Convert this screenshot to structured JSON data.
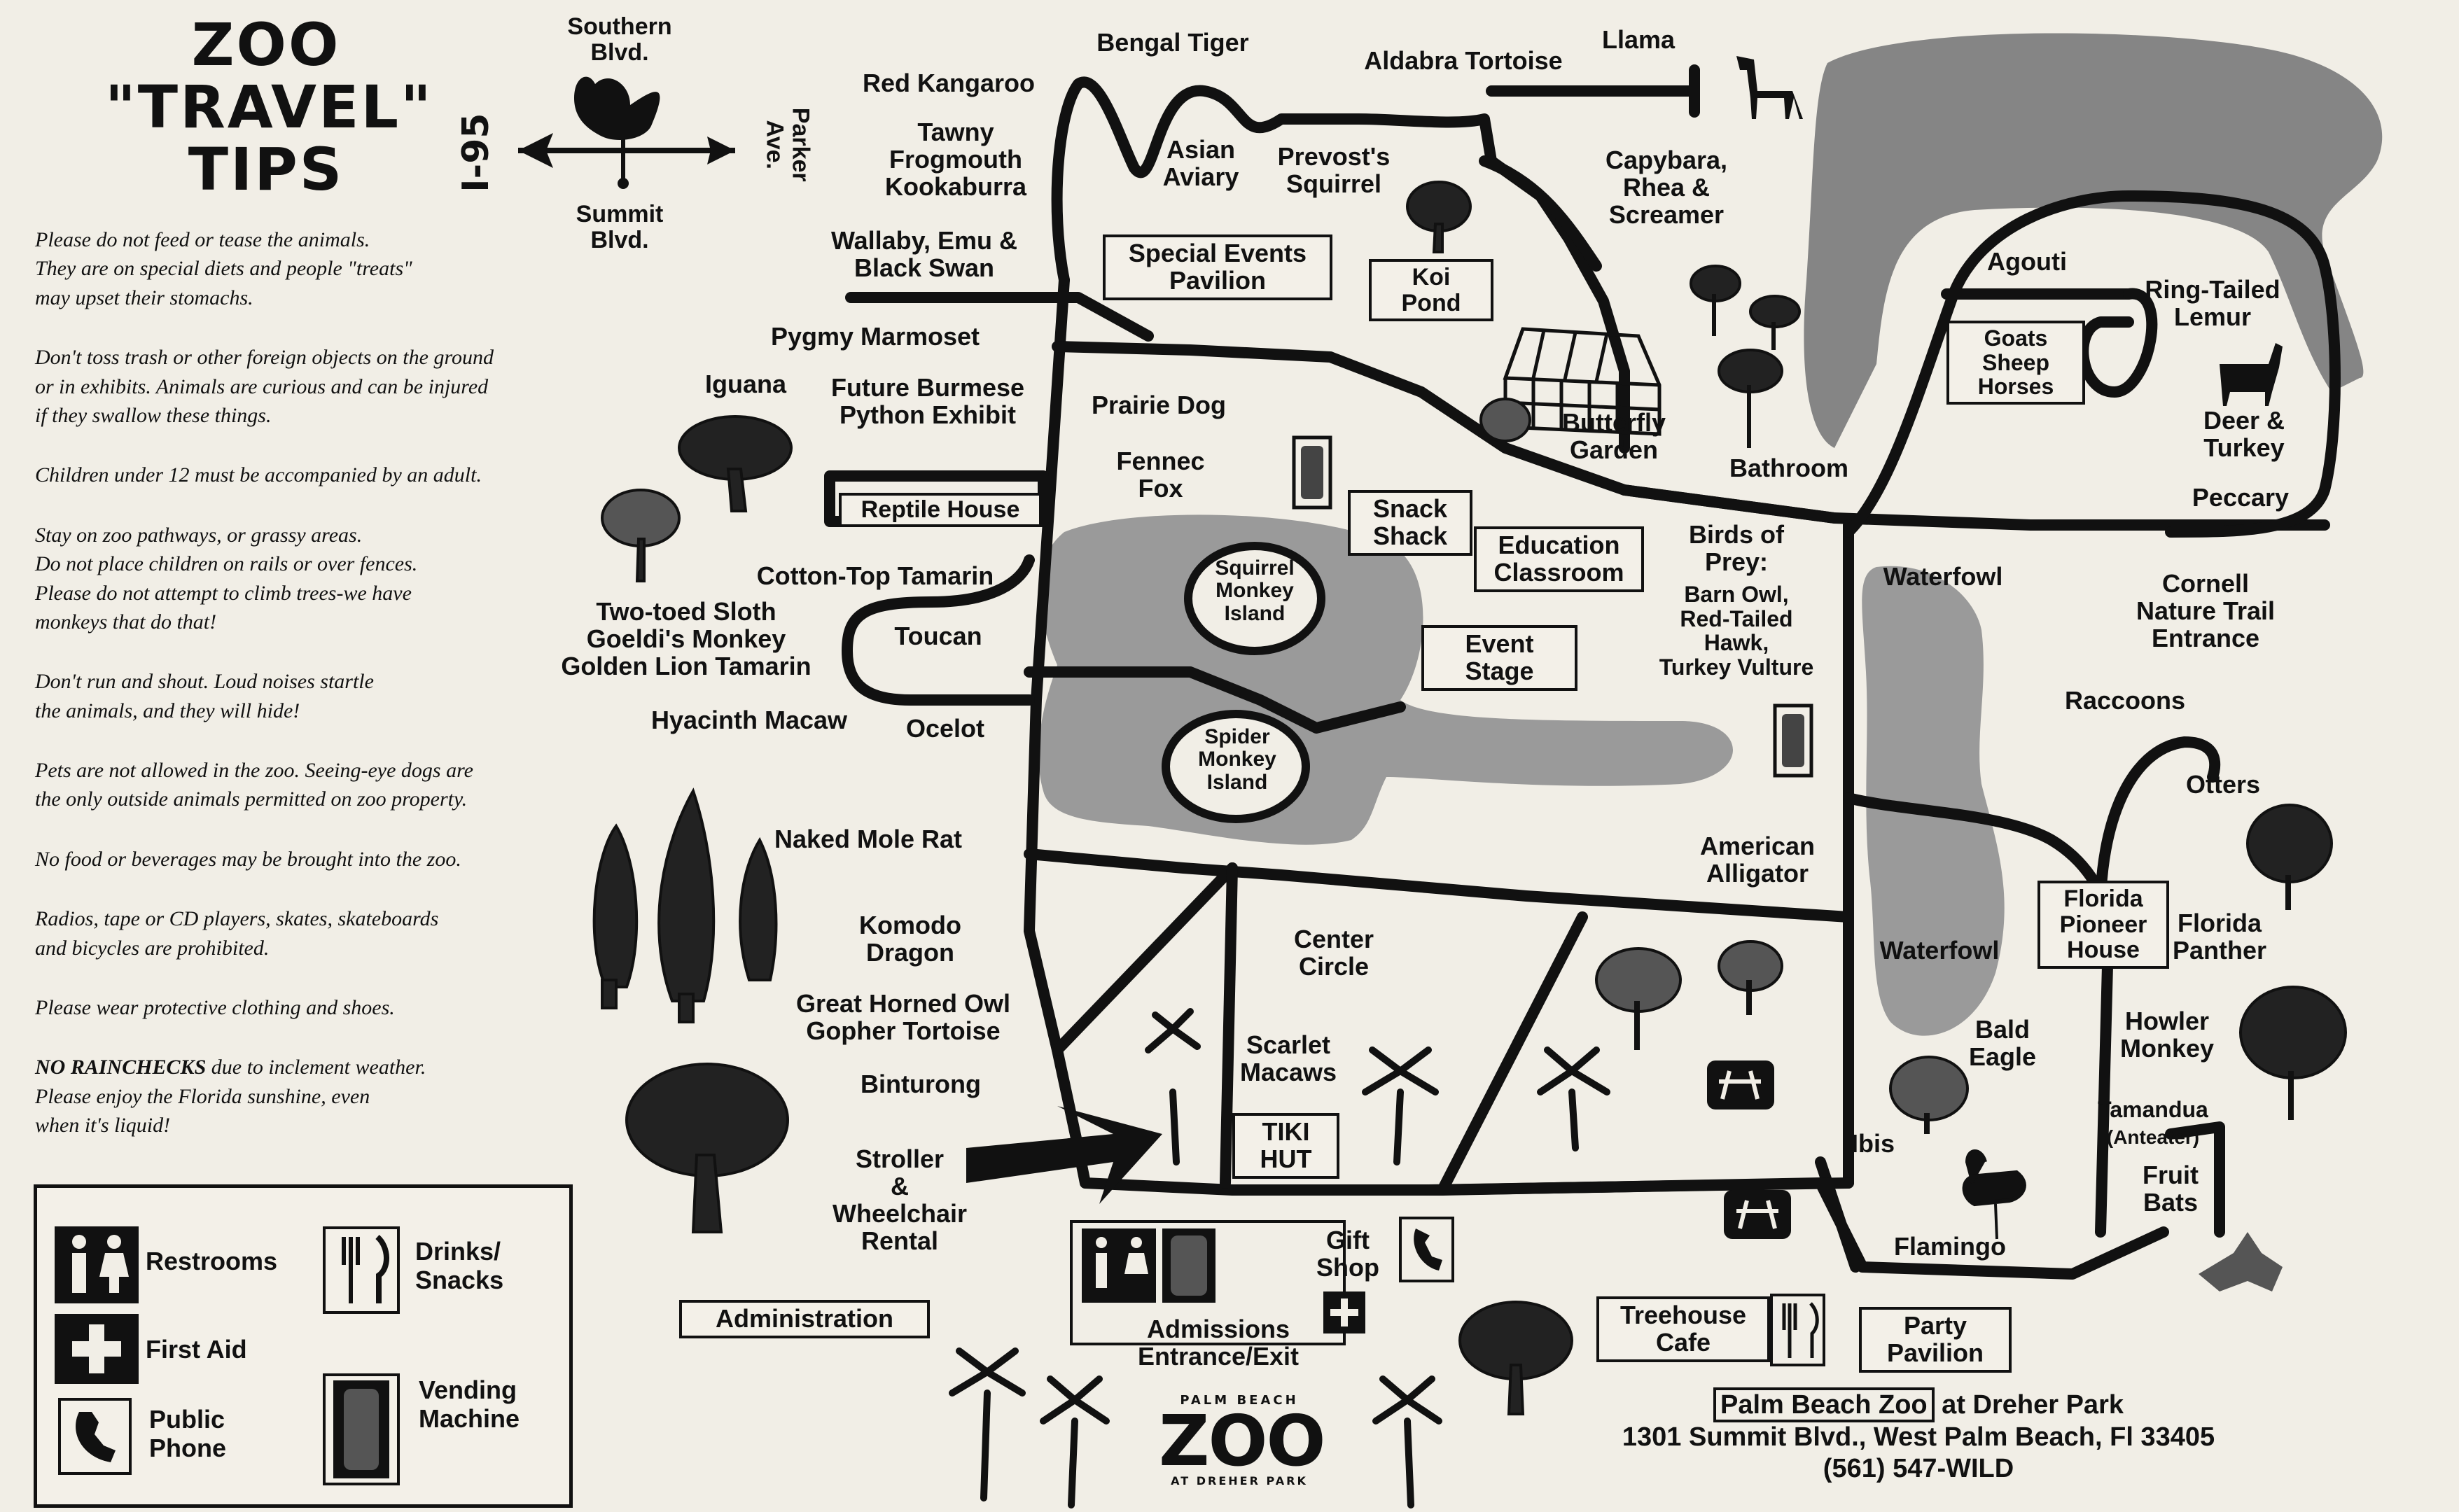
{
  "title": "ZOO\n\"TRAVEL\"\nTIPS",
  "compass": {
    "north": "Southern\nBlvd.",
    "south": "Summit\nBlvd.",
    "west": "I-95",
    "east": "Parker\nAve."
  },
  "tips": [
    "Please do not feed or tease the animals.\nThey are on special diets and people \"treats\"\nmay upset their stomachs.",
    "Don't  toss trash or other foreign objects on the ground\nor in exhibits. Animals are curious and can be injured\nif they swallow these things.",
    "Children under 12 must be accompanied by an adult.",
    "Stay on zoo pathways, or grassy areas.\nDo not place children on rails or over fences.\nPlease do not attempt to climb trees-we have\nmonkeys that do that!",
    "Don't run and shout. Loud noises startle\nthe animals, and they will hide!",
    "Pets are not allowed in the zoo. Seeing-eye dogs are\nthe only outside animals permitted on zoo property.",
    "No  food or beverages may be brought into the zoo.",
    "Radios, tape or CD players, skates, skateboards\nand bicycles are prohibited.",
    "Please wear protective clothing and shoes."
  ],
  "rain_tip": {
    "head": "NO RAINCHECKS",
    "body": " due to inclement weather.\nPlease enjoy  the Florida sunshine, even\nwhen it's liquid!"
  },
  "legend": {
    "restrooms": "Restrooms",
    "drinks": "Drinks/\nSnacks",
    "first_aid": "First Aid",
    "phone": "Public\nPhone",
    "vending": "Vending\nMachine"
  },
  "labels": {
    "red_kangaroo": "Red Kangaroo",
    "bengal_tiger": "Bengal Tiger",
    "aldabra": "Aldabra Tortoise",
    "llama": "Llama",
    "tawny": "Tawny\nFrogmouth\nKookaburra",
    "asian_aviary": "Asian\nAviary",
    "prevost": "Prevost's\nSquirrel",
    "capybara": "Capybara,\nRhea &\nScreamer",
    "wallaby": "Wallaby, Emu &\nBlack Swan",
    "special_events": "Special Events\nPavilion",
    "koi_pond": "Koi\nPond",
    "agouti": "Agouti",
    "ring_tailed": "Ring-Tailed\nLemur",
    "goats": "Goats\nSheep\nHorses",
    "pygmy": "Pygmy Marmoset",
    "iguana": "Iguana",
    "burmese": "Future Burmese\nPython Exhibit",
    "prairie": "Prairie Dog",
    "butterfly": "Butterfly\nGarden",
    "deer": "Deer &\nTurkey",
    "bathroom": "Bathroom",
    "fennec": "Fennec\nFox",
    "peccary": "Peccary",
    "reptile": "Reptile House",
    "snack_shack": "Snack\nShack",
    "education": "Education\nClassroom",
    "birds_prey": "Birds of\nPrey:",
    "birds_prey_list": "Barn Owl,\nRed-Tailed\nHawk,\nTurkey Vulture",
    "squirrel_monkey": "Squirrel\nMonkey\nIsland",
    "cotton_top": "Cotton-Top Tamarin",
    "waterfowl_top": "Waterfowl",
    "cornell": "Cornell\nNature Trail\nEntrance",
    "sloth": "Two-toed Sloth\nGoeldi's Monkey\nGolden Lion Tamarin",
    "toucan": "Toucan",
    "event_stage": "Event\nStage",
    "hyacinth": "Hyacinth Macaw",
    "ocelot": "Ocelot",
    "raccoons": "Raccoons",
    "spider_monkey": "Spider\nMonkey\nIsland",
    "otters": "Otters",
    "naked_mole": "Naked Mole Rat",
    "alligator": "American\nAlligator",
    "komodo": "Komodo\nDragon",
    "center_circle": "Center\nCircle",
    "florida_pioneer": "Florida\nPioneer\nHouse",
    "florida_panther": "Florida\nPanther",
    "waterfowl_bottom": "Waterfowl",
    "owl": "Great Horned Owl\nGopher Tortoise",
    "scarlet": "Scarlet\nMacaws",
    "bald_eagle": "Bald\nEagle",
    "howler": "Howler\nMonkey",
    "binturong": "Binturong",
    "tiki": "TIKI\nHUT",
    "tamandua": "Tamandua",
    "anteater": "(Anteater)",
    "fruit_bats": "Fruit\nBats",
    "ibis": "Ibis",
    "stroller": "Stroller\n&\nWheelchair\nRental",
    "gift_shop": "Gift\nShop",
    "flamingo": "Flamingo",
    "administration": "Administration",
    "admissions": "Admissions\nEntrance/Exit",
    "treehouse": "Treehouse\nCafe",
    "party": "Party\nPavilion"
  },
  "footer": {
    "name_boxed": "Palm Beach Zoo",
    "name_rest": " at Dreher Park",
    "address": "1301 Summit Blvd., West Palm Beach, Fl 33405",
    "phone": "(561) 547-WILD"
  },
  "logo": {
    "top": "PALM BEACH",
    "main": "ZOO",
    "bottom": "AT DREHER PARK"
  },
  "colors": {
    "ink": "#111111",
    "paper": "#f1eee6",
    "water": "#8f8f8f",
    "dark_area": "#7d7d7d"
  }
}
